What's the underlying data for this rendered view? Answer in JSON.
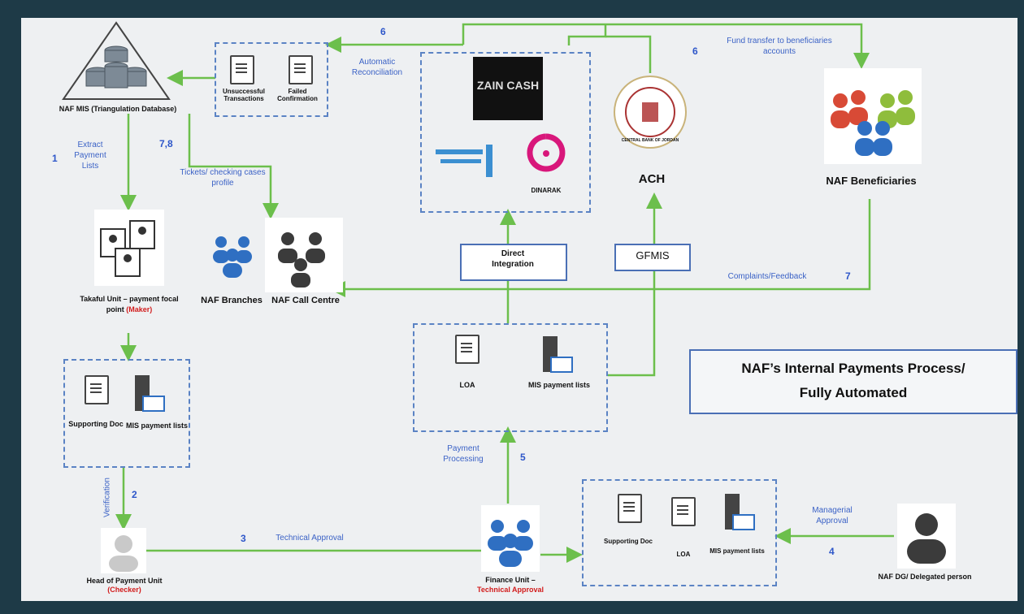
{
  "title": {
    "line1": "NAF’s Internal Payments Process/",
    "line2": "Fully Automated"
  },
  "nodes": {
    "mis_db": "NAF MIS (Triangulation Database)",
    "unsuccessful": "Unsuccessful Transactions",
    "failed_confirmation": "Failed Confirmation",
    "zain_cash": "ZAIN CASH",
    "dinarak": "DINARAK",
    "ach": "ACH",
    "central_bank": "CENTRAL BANK OF JORDAN",
    "beneficiaries": "NAF Beneficiaries",
    "takaful": "Takaful Unit – payment focal point",
    "takaful_role": "(Maker)",
    "branches": "NAF Branches",
    "call_centre": "NAF Call Centre",
    "direct_integration": "Direct Integration",
    "gfmis": "GFMIS",
    "supporting_doc_1": "Supporting Doc",
    "mis_payment_lists_1": "MIS payment lists",
    "loa_1": "LOA",
    "mis_payment_lists_2": "MIS payment lists",
    "head_payment": "Head of Payment Unit",
    "head_role": "(Checker)",
    "finance_unit": "Finance Unit –",
    "finance_role": "Technical Approval",
    "supporting_doc_2": "Supporting Doc",
    "loa_2": "LOA",
    "mis_payment_lists_3": "MIS payment lists",
    "dg": "NAF DG/ Delegated person"
  },
  "edges": {
    "e1": "Extract Payment Lists",
    "e6a": "6",
    "auto_recon": "Automatic Reconciliation",
    "fund_transfer": "Fund transfer to beneficiaries accounts",
    "tickets": "Tickets/ checking cases profile",
    "complaints": "Complaints/Feedback",
    "verification": "Verification",
    "tech_approval": "Technical Approval",
    "payment_processing": "Payment Processing",
    "managerial": "Managerial Approval"
  },
  "steps": {
    "s1": "1",
    "s2": "2",
    "s3": "3",
    "s4": "4",
    "s5": "5",
    "s6a": "6",
    "s6b": "6",
    "s7": "7",
    "s78": "7,8"
  },
  "colors": {
    "arrow": "#6cbf4c",
    "dash": "#5b83c4",
    "people_blue": "#2f6fc2",
    "step_blue": "#2d56c9"
  }
}
